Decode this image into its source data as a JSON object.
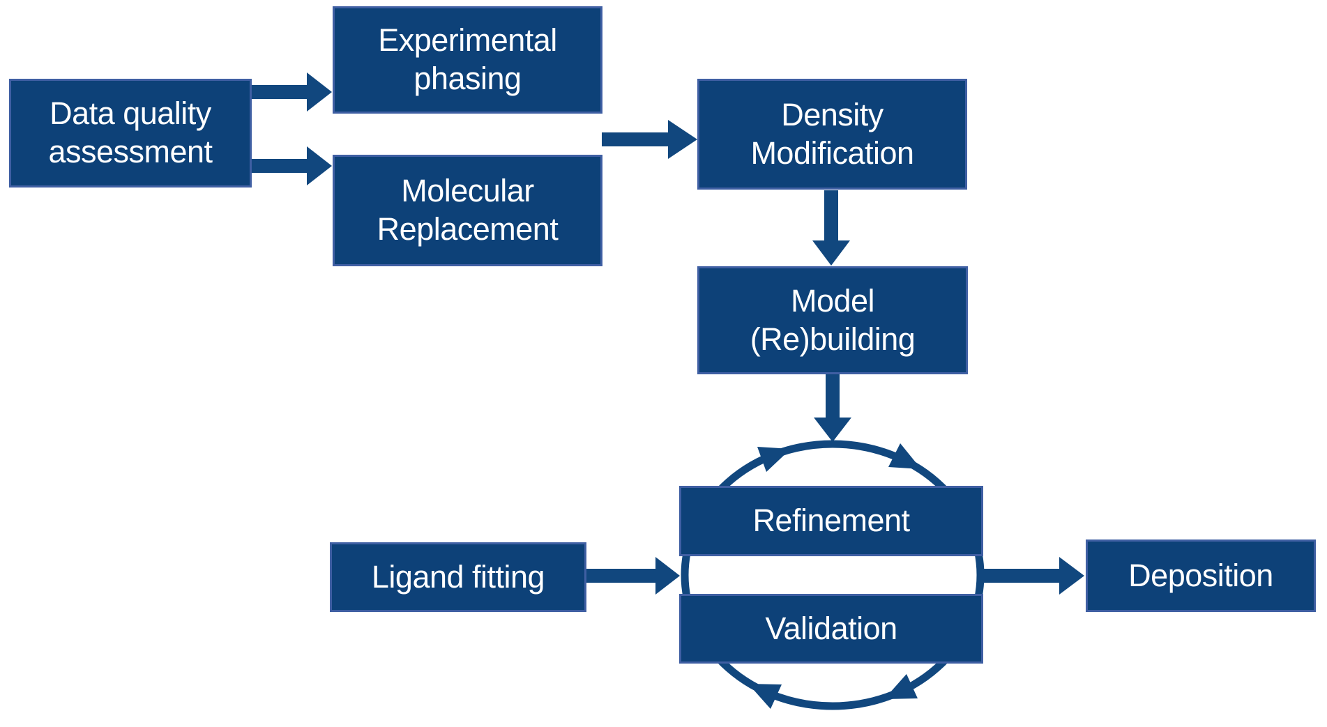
{
  "diagram": {
    "description": "Crystallographic structure determination workflow",
    "background": "#ffffff"
  },
  "colors": {
    "canvas_bg": "#ffffff",
    "box_fill": "#0d4178",
    "box_border": "#3f5fa3",
    "arrow": "#11477e",
    "text": "#ffffff"
  },
  "nodes": [
    {
      "id": "data-quality-assessment",
      "label": "Data quality\nassessment"
    },
    {
      "id": "experimental-phasing",
      "label": "Experimental\nphasing"
    },
    {
      "id": "molecular-replacement",
      "label": "Molecular\nReplacement"
    },
    {
      "id": "density-modification",
      "label": "Density\nModification"
    },
    {
      "id": "model-rebuilding",
      "label": "Model\n(Re)building"
    },
    {
      "id": "refinement",
      "label": "Refinement"
    },
    {
      "id": "validation",
      "label": "Validation"
    },
    {
      "id": "ligand-fitting",
      "label": "Ligand fitting"
    },
    {
      "id": "deposition",
      "label": "Deposition"
    }
  ],
  "edges": [
    {
      "from": "data-quality-assessment",
      "to": "experimental-phasing"
    },
    {
      "from": "data-quality-assessment",
      "to": "molecular-replacement"
    },
    {
      "from": "experimental-phasing / molecular-replacement",
      "to": "density-modification"
    },
    {
      "from": "density-modification",
      "to": "model-rebuilding"
    },
    {
      "from": "model-rebuilding",
      "to": "refinement-validation-cycle"
    },
    {
      "from": "ligand-fitting",
      "to": "refinement-validation-cycle"
    },
    {
      "from": "refinement-validation-cycle",
      "to": "deposition"
    },
    {
      "cycle": "refinement <-> validation",
      "direction": "clockwise"
    }
  ]
}
